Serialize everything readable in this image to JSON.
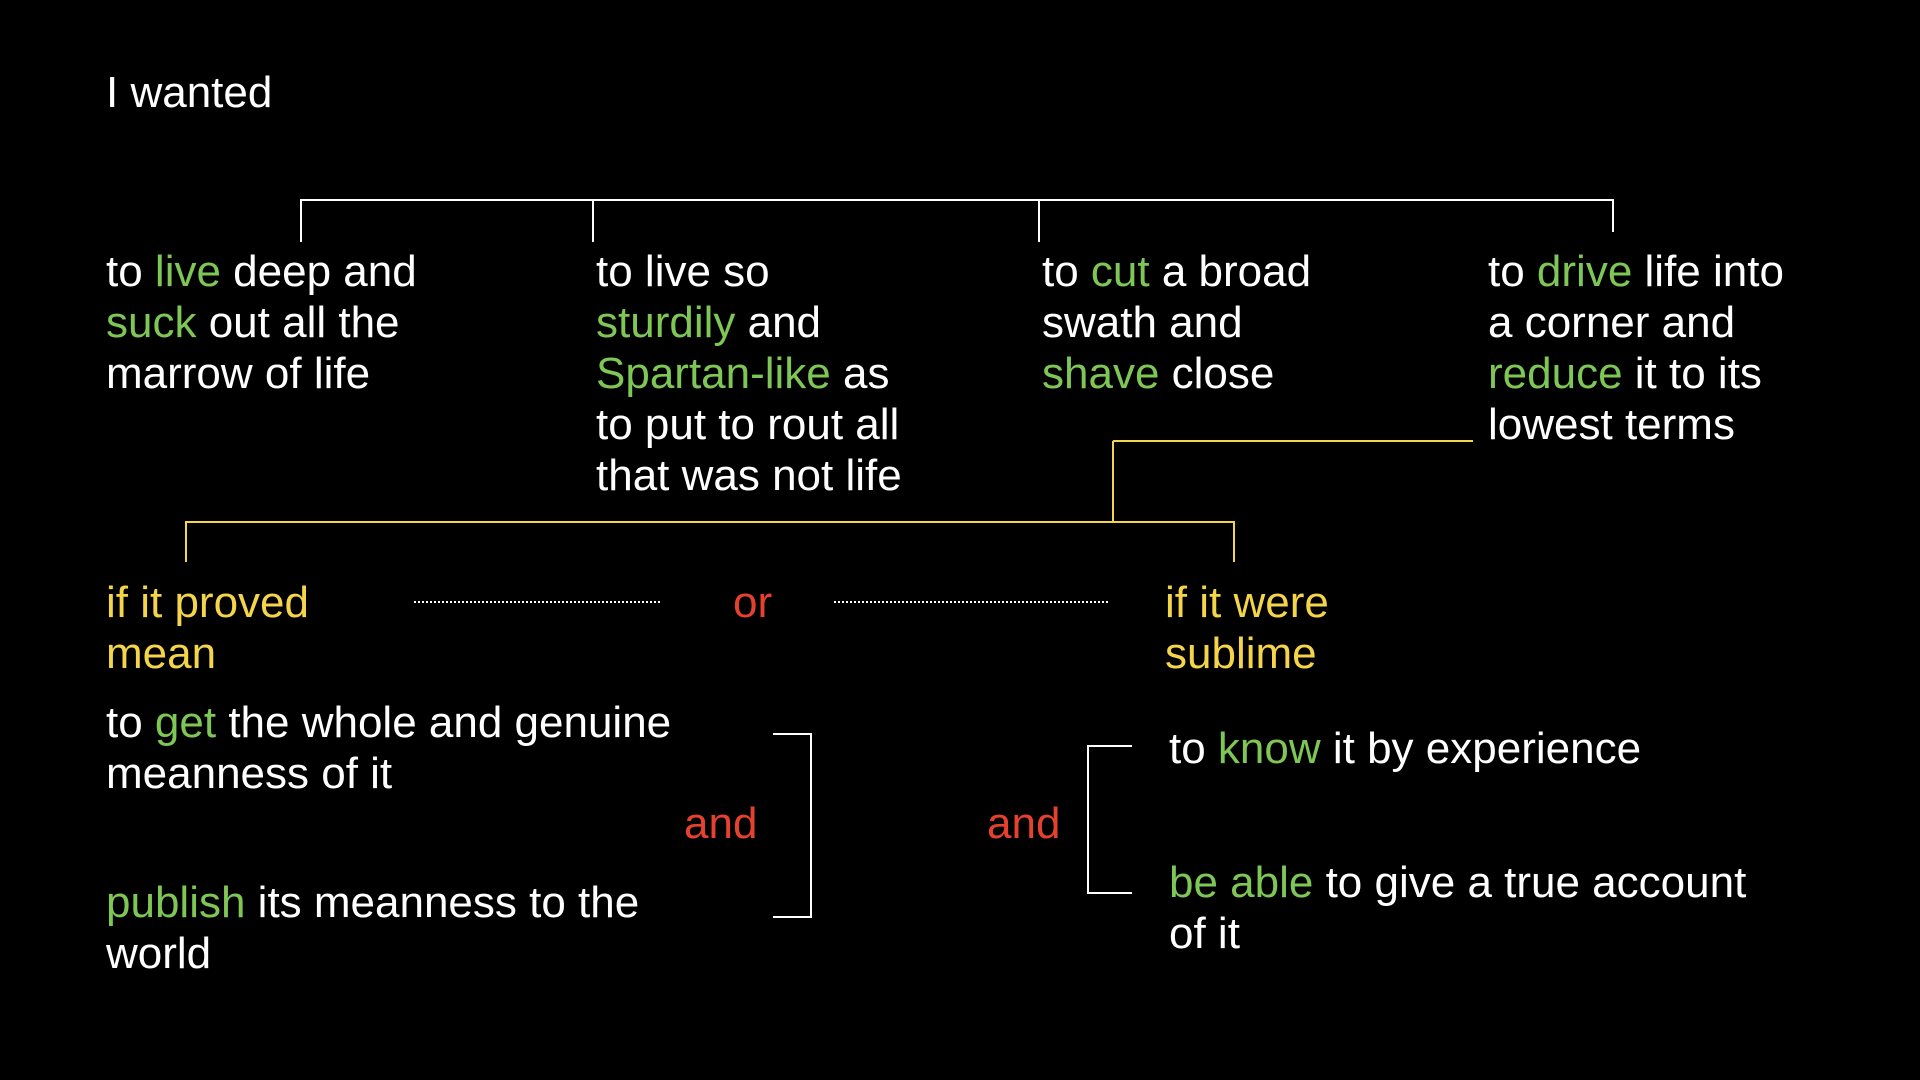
{
  "colors": {
    "background": "#000000",
    "text": "#ffffff",
    "verb": "#7ec655",
    "condition": "#f4d54a",
    "conjunction": "#e5412f",
    "line_white": "#ffffff",
    "line_yellow": "#f4d54a"
  },
  "intro": "I wanted",
  "purposes": [
    {
      "lines": [
        [
          {
            "t": "to ",
            "c": "white"
          },
          {
            "t": "live",
            "c": "green"
          },
          {
            "t": " deep and",
            "c": "white"
          }
        ],
        [
          {
            "t": "suck",
            "c": "green"
          },
          {
            "t": " out all the",
            "c": "white"
          }
        ],
        [
          {
            "t": "marrow of life",
            "c": "white"
          }
        ]
      ]
    },
    {
      "lines": [
        [
          {
            "t": "to live so",
            "c": "white"
          }
        ],
        [
          {
            "t": "sturdily",
            "c": "green"
          },
          {
            "t": " and",
            "c": "white"
          }
        ],
        [
          {
            "t": "Spartan-like",
            "c": "green"
          },
          {
            "t": " as",
            "c": "white"
          }
        ],
        [
          {
            "t": "to put to rout all",
            "c": "white"
          }
        ],
        [
          {
            "t": "that was not life",
            "c": "white"
          }
        ]
      ]
    },
    {
      "lines": [
        [
          {
            "t": "to ",
            "c": "white"
          },
          {
            "t": "cut",
            "c": "green"
          },
          {
            "t": " a broad",
            "c": "white"
          }
        ],
        [
          {
            "t": "swath and",
            "c": "white"
          }
        ],
        [
          {
            "t": "shave",
            "c": "green"
          },
          {
            "t": " close",
            "c": "white"
          }
        ]
      ]
    },
    {
      "lines": [
        [
          {
            "t": "to ",
            "c": "white"
          },
          {
            "t": "drive",
            "c": "green"
          },
          {
            "t": " life into",
            "c": "white"
          }
        ],
        [
          {
            "t": "a corner and",
            "c": "white"
          }
        ],
        [
          {
            "t": "reduce",
            "c": "green"
          },
          {
            "t": " it to its",
            "c": "white"
          }
        ],
        [
          {
            "t": "lowest terms",
            "c": "white"
          }
        ]
      ]
    }
  ],
  "conditions": {
    "mean": {
      "lines": [
        [
          {
            "t": "if it proved",
            "c": "yellow"
          }
        ],
        [
          {
            "t": "mean",
            "c": "yellow"
          }
        ]
      ]
    },
    "or_label": "or",
    "sublime": {
      "lines": [
        [
          {
            "t": "if it were",
            "c": "yellow"
          }
        ],
        [
          {
            "t": "sublime",
            "c": "yellow"
          }
        ]
      ]
    }
  },
  "mean_actions": {
    "first": {
      "lines": [
        [
          {
            "t": "to ",
            "c": "white"
          },
          {
            "t": "get",
            "c": "green"
          },
          {
            "t": " the whole and genuine",
            "c": "white"
          }
        ],
        [
          {
            "t": "meanness of it",
            "c": "white"
          }
        ]
      ]
    },
    "and_label": "and",
    "second": {
      "lines": [
        [
          {
            "t": "publish",
            "c": "green"
          },
          {
            "t": " its meanness to the",
            "c": "white"
          }
        ],
        [
          {
            "t": "world",
            "c": "white"
          }
        ]
      ]
    }
  },
  "sublime_actions": {
    "first": {
      "lines": [
        [
          {
            "t": "to ",
            "c": "white"
          },
          {
            "t": "know",
            "c": "green"
          },
          {
            "t": " it by experience",
            "c": "white"
          }
        ]
      ]
    },
    "and_label": "and",
    "second": {
      "lines": [
        [
          {
            "t": "be able",
            "c": "green"
          },
          {
            "t": " to give a true account",
            "c": "white"
          }
        ],
        [
          {
            "t": "of it",
            "c": "white"
          }
        ]
      ]
    }
  }
}
